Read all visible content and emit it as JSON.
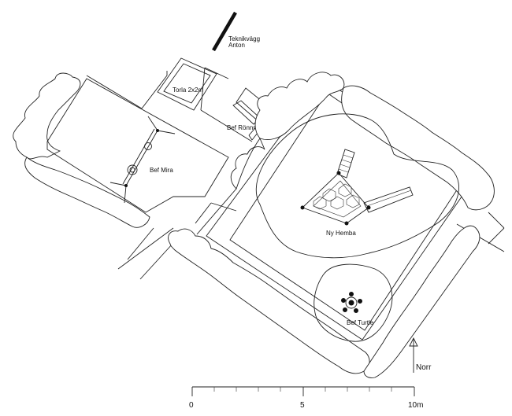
{
  "labels": {
    "teknikvagg_line1": "Teknikvägg",
    "teknikvagg_line2": "Anton",
    "torla": "Torla 2x2m",
    "ronnroken": "Bef Rönnröken",
    "mira": "Bef Mira",
    "hemba": "Ny Hemba",
    "turtle": "Bef Turtle"
  },
  "north": {
    "label": "Norr"
  },
  "scale": {
    "ticks": [
      "0",
      "5",
      "10m"
    ]
  }
}
